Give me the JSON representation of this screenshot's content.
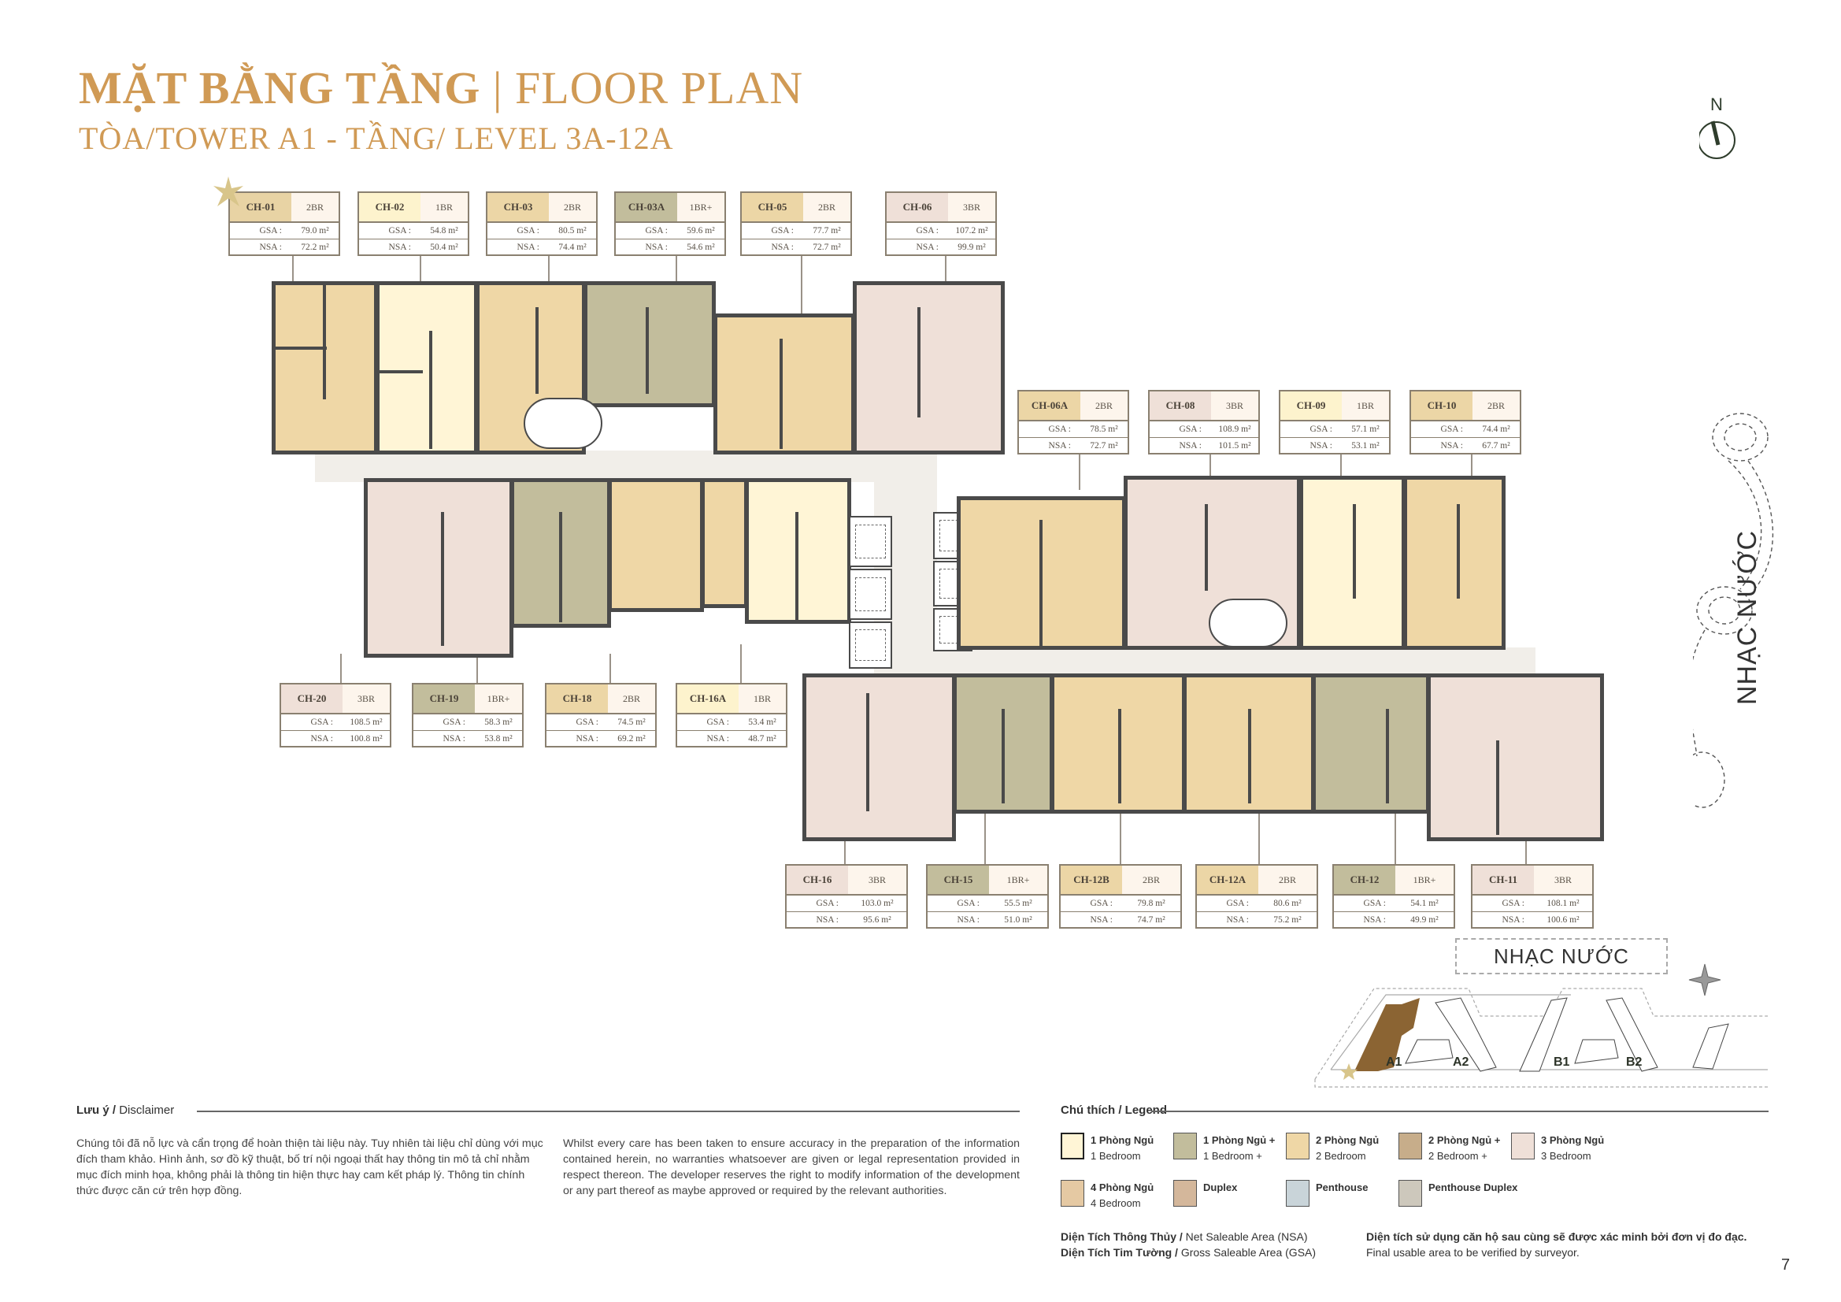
{
  "header": {
    "title_vn": "MẶT BẰNG TẦNG",
    "title_sep": "|",
    "title_en": "FLOOR PLAN",
    "subtitle": "TÒA/TOWER A1 - TẦNG/ LEVEL 3A-12A"
  },
  "compass": {
    "label": "N"
  },
  "colors": {
    "accent_gold": "#d09a55",
    "one_bedroom": "#fff5d6",
    "one_bedroom_plus": "#c2bd9c",
    "two_bedroom": "#efd7a6",
    "two_bedroom_plus": "#c7ad8a",
    "three_bedroom": "#efe0d8",
    "four_bedroom": "#e5c9a3",
    "duplex": "#d4b79b",
    "penthouse": "#c9d4d9",
    "penthouse_duplex": "#cdc8bc"
  },
  "units": [
    {
      "code": "CH-01",
      "type": "2BR",
      "gsa": "79.0 m²",
      "nsa": "72.2 m²",
      "color": "#e8d3a4",
      "starred": true
    },
    {
      "code": "CH-02",
      "type": "1BR",
      "gsa": "54.8 m²",
      "nsa": "50.4 m²",
      "color": "#fdf3cd"
    },
    {
      "code": "CH-03",
      "type": "2BR",
      "gsa": "80.5 m²",
      "nsa": "74.4 m²",
      "color": "#ecd6a6"
    },
    {
      "code": "CH-03A",
      "type": "1BR+",
      "gsa": "59.6 m²",
      "nsa": "54.6 m²",
      "color": "#c2bd9c"
    },
    {
      "code": "CH-05",
      "type": "2BR",
      "gsa": "77.7 m²",
      "nsa": "72.7 m²",
      "color": "#ecd6a6"
    },
    {
      "code": "CH-06",
      "type": "3BR",
      "gsa": "107.2 m²",
      "nsa": "99.9 m²",
      "color": "#efe0d8"
    },
    {
      "code": "CH-06A",
      "type": "2BR",
      "gsa": "78.5 m²",
      "nsa": "72.7 m²",
      "color": "#ecd6a6"
    },
    {
      "code": "CH-08",
      "type": "3BR",
      "gsa": "108.9 m²",
      "nsa": "101.5 m²",
      "color": "#efe0d8"
    },
    {
      "code": "CH-09",
      "type": "1BR",
      "gsa": "57.1 m²",
      "nsa": "53.1 m²",
      "color": "#fdf3cd"
    },
    {
      "code": "CH-10",
      "type": "2BR",
      "gsa": "74.4 m²",
      "nsa": "67.7 m²",
      "color": "#ecd6a6"
    },
    {
      "code": "CH-20",
      "type": "3BR",
      "gsa": "108.5 m²",
      "nsa": "100.8 m²",
      "color": "#efe0d8"
    },
    {
      "code": "CH-19",
      "type": "1BR+",
      "gsa": "58.3 m²",
      "nsa": "53.8 m²",
      "color": "#c2bd9c"
    },
    {
      "code": "CH-18",
      "type": "2BR",
      "gsa": "74.5 m²",
      "nsa": "69.2 m²",
      "color": "#ecd6a6"
    },
    {
      "code": "CH-16A",
      "type": "1BR",
      "gsa": "53.4 m²",
      "nsa": "48.7 m²",
      "color": "#fdf3cd"
    },
    {
      "code": "CH-16",
      "type": "3BR",
      "gsa": "103.0 m²",
      "nsa": "95.6 m²",
      "color": "#efe0d8"
    },
    {
      "code": "CH-15",
      "type": "1BR+",
      "gsa": "55.5 m²",
      "nsa": "51.0 m²",
      "color": "#c2bd9c"
    },
    {
      "code": "CH-12B",
      "type": "2BR",
      "gsa": "79.8 m²",
      "nsa": "74.7 m²",
      "color": "#ecd6a6"
    },
    {
      "code": "CH-12A",
      "type": "2BR",
      "gsa": "80.6 m²",
      "nsa": "75.2 m²",
      "color": "#ecd6a6"
    },
    {
      "code": "CH-12",
      "type": "1BR+",
      "gsa": "54.1 m²",
      "nsa": "49.9 m²",
      "color": "#c2bd9c"
    },
    {
      "code": "CH-11",
      "type": "3BR",
      "gsa": "108.1 m²",
      "nsa": "100.6 m²",
      "color": "#efe0d8"
    }
  ],
  "area_labels": {
    "gsa": "GSA :",
    "nsa": "NSA :"
  },
  "landmark": {
    "vertical_label": "NHẠC NƯỚC",
    "box_label": "NHẠC NƯỚC"
  },
  "site_plan": {
    "towers": [
      "A1",
      "A2",
      "B1",
      "B2"
    ],
    "highlighted": "A1"
  },
  "disclaimer": {
    "title_vn": "Lưu ý /",
    "title_en": "Disclaimer",
    "text_vn": "Chúng tôi đã nỗ lực và cẩn trọng để hoàn thiện tài liệu này. Tuy nhiên tài liệu chỉ dùng với mục đích tham khảo. Hình ảnh, sơ đồ kỹ thuật, bố trí nội ngoại thất hay thông tin mô tả chỉ nhằm mục đích minh họa, không phải là thông tin hiện thực hay cam kết pháp lý. Thông tin chính thức được căn cứ trên hợp đồng.",
    "text_en": "Whilst every care has been taken to ensure accuracy in the preparation of the information contained herein, no warranties whatsoever are given or legal representation provided in respect thereon. The developer reserves the right to modify information of the development or any part thereof as maybe approved or required by the relevant authorities."
  },
  "legend": {
    "title_vn": "Chú thích /",
    "title_en": "Legend",
    "items": [
      {
        "vn": "1 Phòng Ngủ",
        "en": "1 Bedroom",
        "color": "#fff5d6"
      },
      {
        "vn": "1 Phòng Ngủ +",
        "en": "1 Bedroom +",
        "color": "#c2bd9c"
      },
      {
        "vn": "2 Phòng Ngủ",
        "en": "2 Bedroom",
        "color": "#efd7a6"
      },
      {
        "vn": "2 Phòng Ngủ +",
        "en": "2 Bedroom +",
        "color": "#c7ad8a"
      },
      {
        "vn": "3 Phòng Ngủ",
        "en": "3 Bedroom",
        "color": "#efe0d8"
      },
      {
        "vn": "4 Phòng Ngủ",
        "en": "4 Bedroom",
        "color": "#e5c9a3"
      },
      {
        "vn": "Duplex",
        "en": "",
        "color": "#d4b79b"
      },
      {
        "vn": "Penthouse",
        "en": "",
        "color": "#c9d4d9"
      },
      {
        "vn": "Penthouse Duplex",
        "en": "",
        "color": "#cdc8bc"
      }
    ]
  },
  "footnotes": {
    "nsa_vn": "Diện Tích Thông Thủy /",
    "nsa_en": "Net Saleable Area (NSA)",
    "gsa_vn": "Diện Tích Tim Tường /",
    "gsa_en": "Gross Saleable Area (GSA)",
    "note_vn": "Diện tích sử dụng căn hộ sau cùng sẽ được xác minh bởi đơn vị đo đạc.",
    "note_en": "Final usable area to be verified by surveyor."
  },
  "page_number": "7"
}
